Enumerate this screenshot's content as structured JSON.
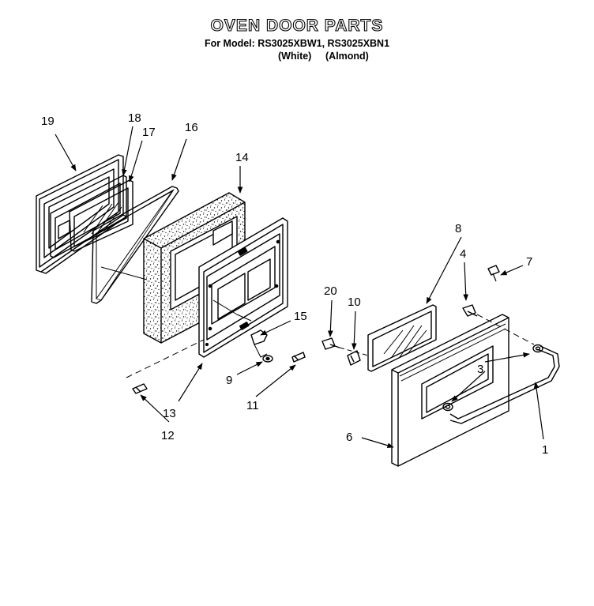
{
  "header": {
    "title": "OVEN DOOR PARTS",
    "model_line": "For Model: RS3025XBW1, RS3025XBN1",
    "variant_white": "(White)",
    "variant_almond": "(Almond)"
  },
  "callouts": [
    {
      "id": "1",
      "label": "1"
    },
    {
      "id": "3",
      "label": "3"
    },
    {
      "id": "4",
      "label": "4"
    },
    {
      "id": "6",
      "label": "6"
    },
    {
      "id": "7",
      "label": "7"
    },
    {
      "id": "8",
      "label": "8"
    },
    {
      "id": "9",
      "label": "9"
    },
    {
      "id": "10",
      "label": "10"
    },
    {
      "id": "11",
      "label": "11"
    },
    {
      "id": "12",
      "label": "12"
    },
    {
      "id": "13",
      "label": "13"
    },
    {
      "id": "14",
      "label": "14"
    },
    {
      "id": "15",
      "label": "15"
    },
    {
      "id": "16",
      "label": "16"
    },
    {
      "id": "17",
      "label": "17"
    },
    {
      "id": "18",
      "label": "18"
    },
    {
      "id": "19",
      "label": "19"
    },
    {
      "id": "20",
      "label": "20"
    }
  ]
}
